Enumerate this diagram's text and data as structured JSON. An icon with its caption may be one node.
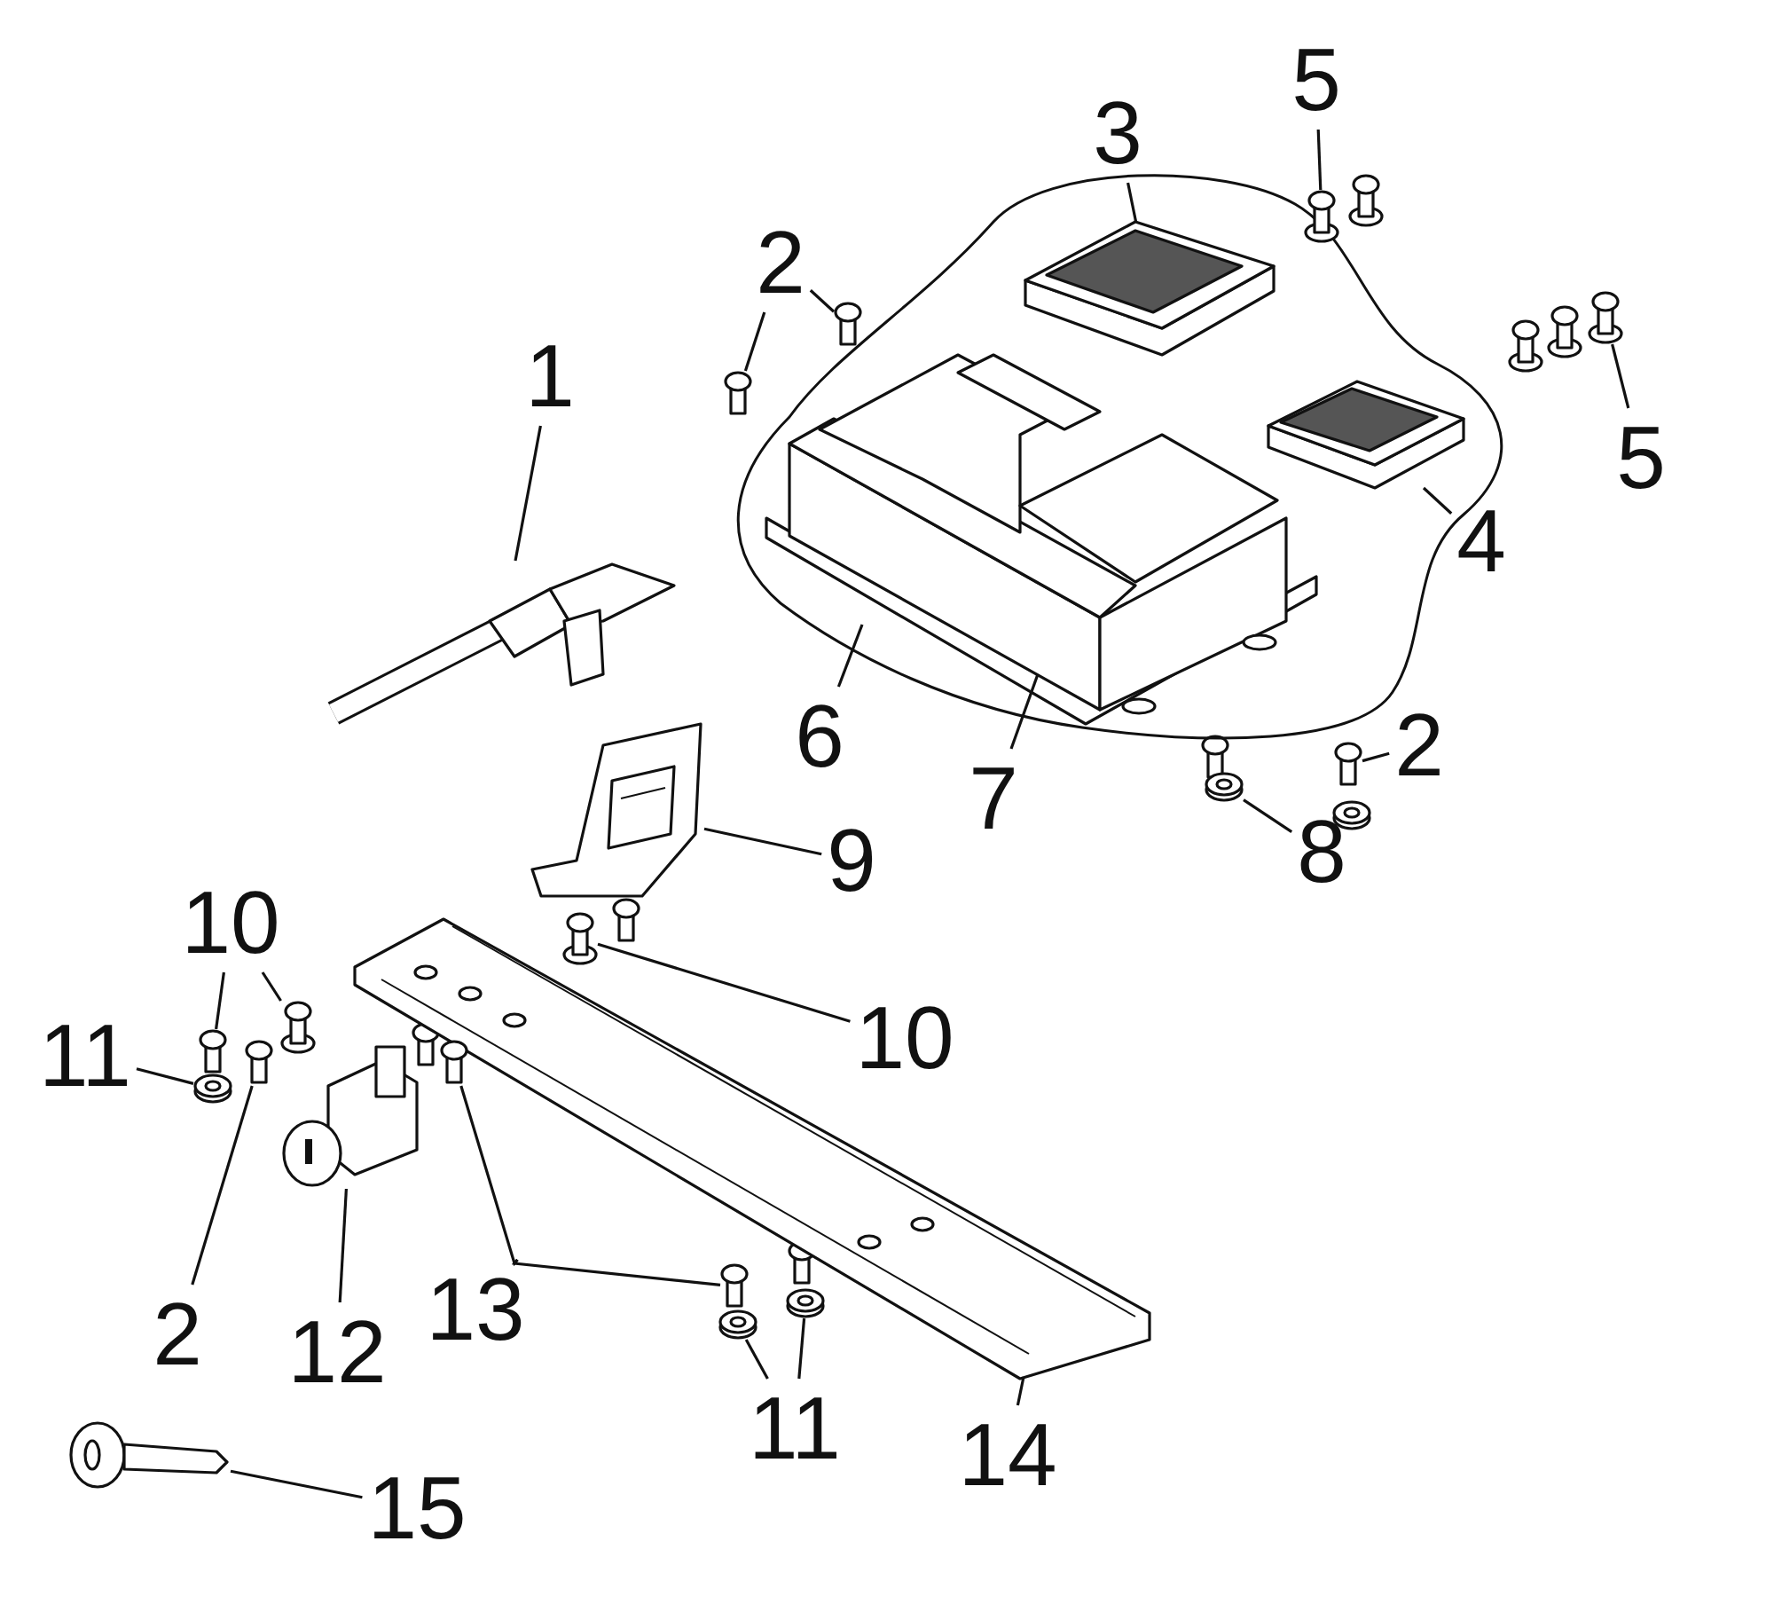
{
  "diagram": {
    "nodes": [
      {
        "text": [
          "3"
        ]
      },
      {
        "text": [
          "5"
        ]
      },
      {
        "text": [
          "2"
        ]
      },
      {
        "text": [
          "1"
        ]
      },
      {
        "text": [
          "5"
        ]
      },
      {
        "text": [
          "4"
        ]
      },
      {
        "text": [
          "6"
        ]
      },
      {
        "text": [
          "2"
        ]
      },
      {
        "text": [
          "7"
        ]
      },
      {
        "text": [
          "8"
        ]
      },
      {
        "text": [
          "9"
        ]
      },
      {
        "text": [
          "10"
        ]
      },
      {
        "text": [
          "10"
        ]
      },
      {
        "text": [
          "11"
        ]
      },
      {
        "text": [
          "2"
        ]
      },
      {
        "text": [
          "13"
        ]
      },
      {
        "text": [
          "12"
        ]
      },
      {
        "text": [
          "11"
        ]
      },
      {
        "text": [
          "14"
        ]
      },
      {
        "text": [
          "15"
        ]
      },
      {
        "text": [],
        "shape": "cloud"
      },
      {
        "text": [],
        "shape": "picture",
        "in": 20
      },
      {
        "text": [],
        "shape": "picture",
        "in": 20
      },
      {
        "text": [],
        "shape": "picture",
        "in": 20
      },
      {
        "text": [],
        "shape": "picture"
      },
      {
        "text": [],
        "shape": "picture"
      },
      {
        "text": [],
        "shape": "picture"
      },
      {
        "text": [],
        "shape": "picture"
      },
      {
        "text": [],
        "shape": "picture"
      },
      {
        "text": [],
        "shape": "picture"
      },
      {
        "text": [],
        "shape": "picture"
      },
      {
        "text": [],
        "shape": "picture"
      },
      {
        "text": [],
        "shape": "picture"
      },
      {
        "text": [],
        "shape": "picture"
      },
      {
        "text": [],
        "shape": "picture"
      },
      {
        "text": [],
        "shape": "picture"
      },
      {
        "text": [],
        "shape": "picture"
      },
      {
        "text": [],
        "shape": "picture"
      },
      {
        "text": [],
        "shape": "picture"
      },
      {
        "text": [],
        "shape": "picture"
      },
      {
        "text": [],
        "shape": "picture"
      },
      {
        "text": [],
        "shape": "picture"
      },
      {
        "text": [],
        "shape": "picture"
      },
      {
        "text": [],
        "shape": "picture"
      }
    ],
    "edges": [
      {
        "from": 0,
        "to": 21,
        "arrow": "none"
      },
      {
        "from": 1,
        "to": 26,
        "arrow": "none"
      },
      {
        "from": 2,
        "to": 24,
        "arrow": "none"
      },
      {
        "from": 2,
        "to": 25,
        "arrow": "none"
      },
      {
        "from": 3,
        "to": 30,
        "arrow": "none"
      },
      {
        "from": 4,
        "to": 27,
        "arrow": "none"
      },
      {
        "from": 5,
        "to": 22,
        "arrow": "none"
      },
      {
        "from": 6,
        "to": 20,
        "arrow": "none"
      },
      {
        "from": 7,
        "to": 28,
        "arrow": "none"
      },
      {
        "from": 8,
        "to": 23,
        "arrow": "none"
      },
      {
        "from": 9,
        "to": 29,
        "arrow": "none"
      },
      {
        "from": 10,
        "to": 31,
        "arrow": "none"
      },
      {
        "from": 11,
        "to": 32,
        "arrow": "none"
      },
      {
        "from": 11,
        "to": 34,
        "arrow": "none"
      },
      {
        "from": 12,
        "to": 35,
        "arrow": "none"
      },
      {
        "from": 13,
        "to": 33,
        "arrow": "none"
      },
      {
        "from": 14,
        "to": 36,
        "arrow": "none"
      },
      {
        "from": 15,
        "to": 37,
        "arrow": "none"
      },
      {
        "from": 15,
        "to": 38,
        "arrow": "none"
      },
      {
        "from": 16,
        "to": 39,
        "arrow": "none"
      },
      {
        "from": 17,
        "to": 40,
        "arrow": "none"
      },
      {
        "from": 17,
        "to": 41,
        "arrow": "none"
      },
      {
        "from": 18,
        "to": 42,
        "arrow": "none"
      },
      {
        "from": 19,
        "to": 43,
        "arrow": "none"
      }
    ]
  }
}
